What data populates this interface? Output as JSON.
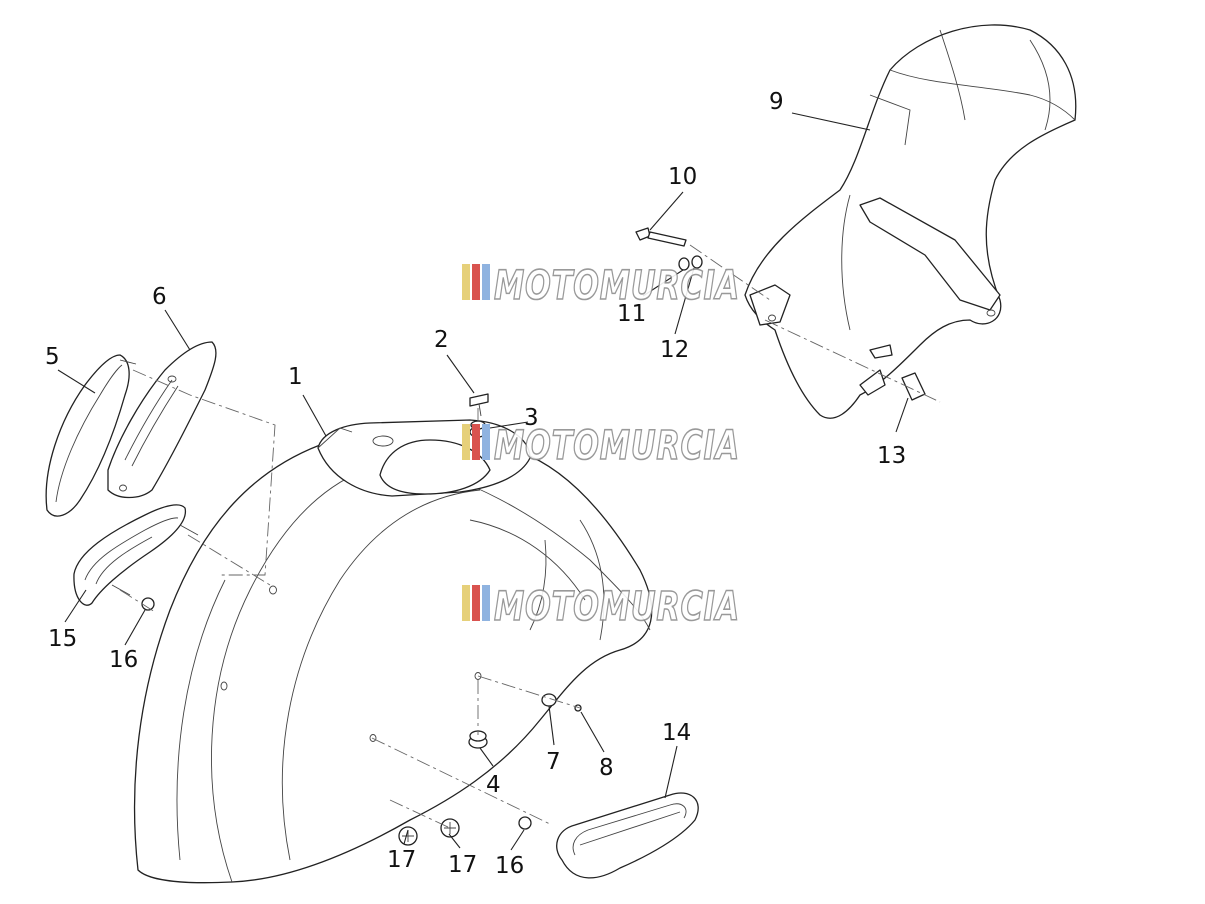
{
  "watermark": {
    "text": "MOTOMURCIA",
    "stripe_colors": [
      "#e6d07a",
      "#d9534f",
      "#8fb3e0"
    ]
  },
  "callouts": [
    {
      "id": "1",
      "label": "1"
    },
    {
      "id": "2",
      "label": "2"
    },
    {
      "id": "3",
      "label": "3"
    },
    {
      "id": "4",
      "label": "4"
    },
    {
      "id": "5",
      "label": "5"
    },
    {
      "id": "6",
      "label": "6"
    },
    {
      "id": "7",
      "label": "7"
    },
    {
      "id": "8",
      "label": "8"
    },
    {
      "id": "9",
      "label": "9"
    },
    {
      "id": "10",
      "label": "10"
    },
    {
      "id": "11",
      "label": "11"
    },
    {
      "id": "12",
      "label": "12"
    },
    {
      "id": "13",
      "label": "13"
    },
    {
      "id": "14",
      "label": "14"
    },
    {
      "id": "15",
      "label": "15"
    },
    {
      "id": "16a",
      "label": "16"
    },
    {
      "id": "16b",
      "label": "16"
    },
    {
      "id": "17a",
      "label": "17"
    },
    {
      "id": "17b",
      "label": "17"
    }
  ]
}
